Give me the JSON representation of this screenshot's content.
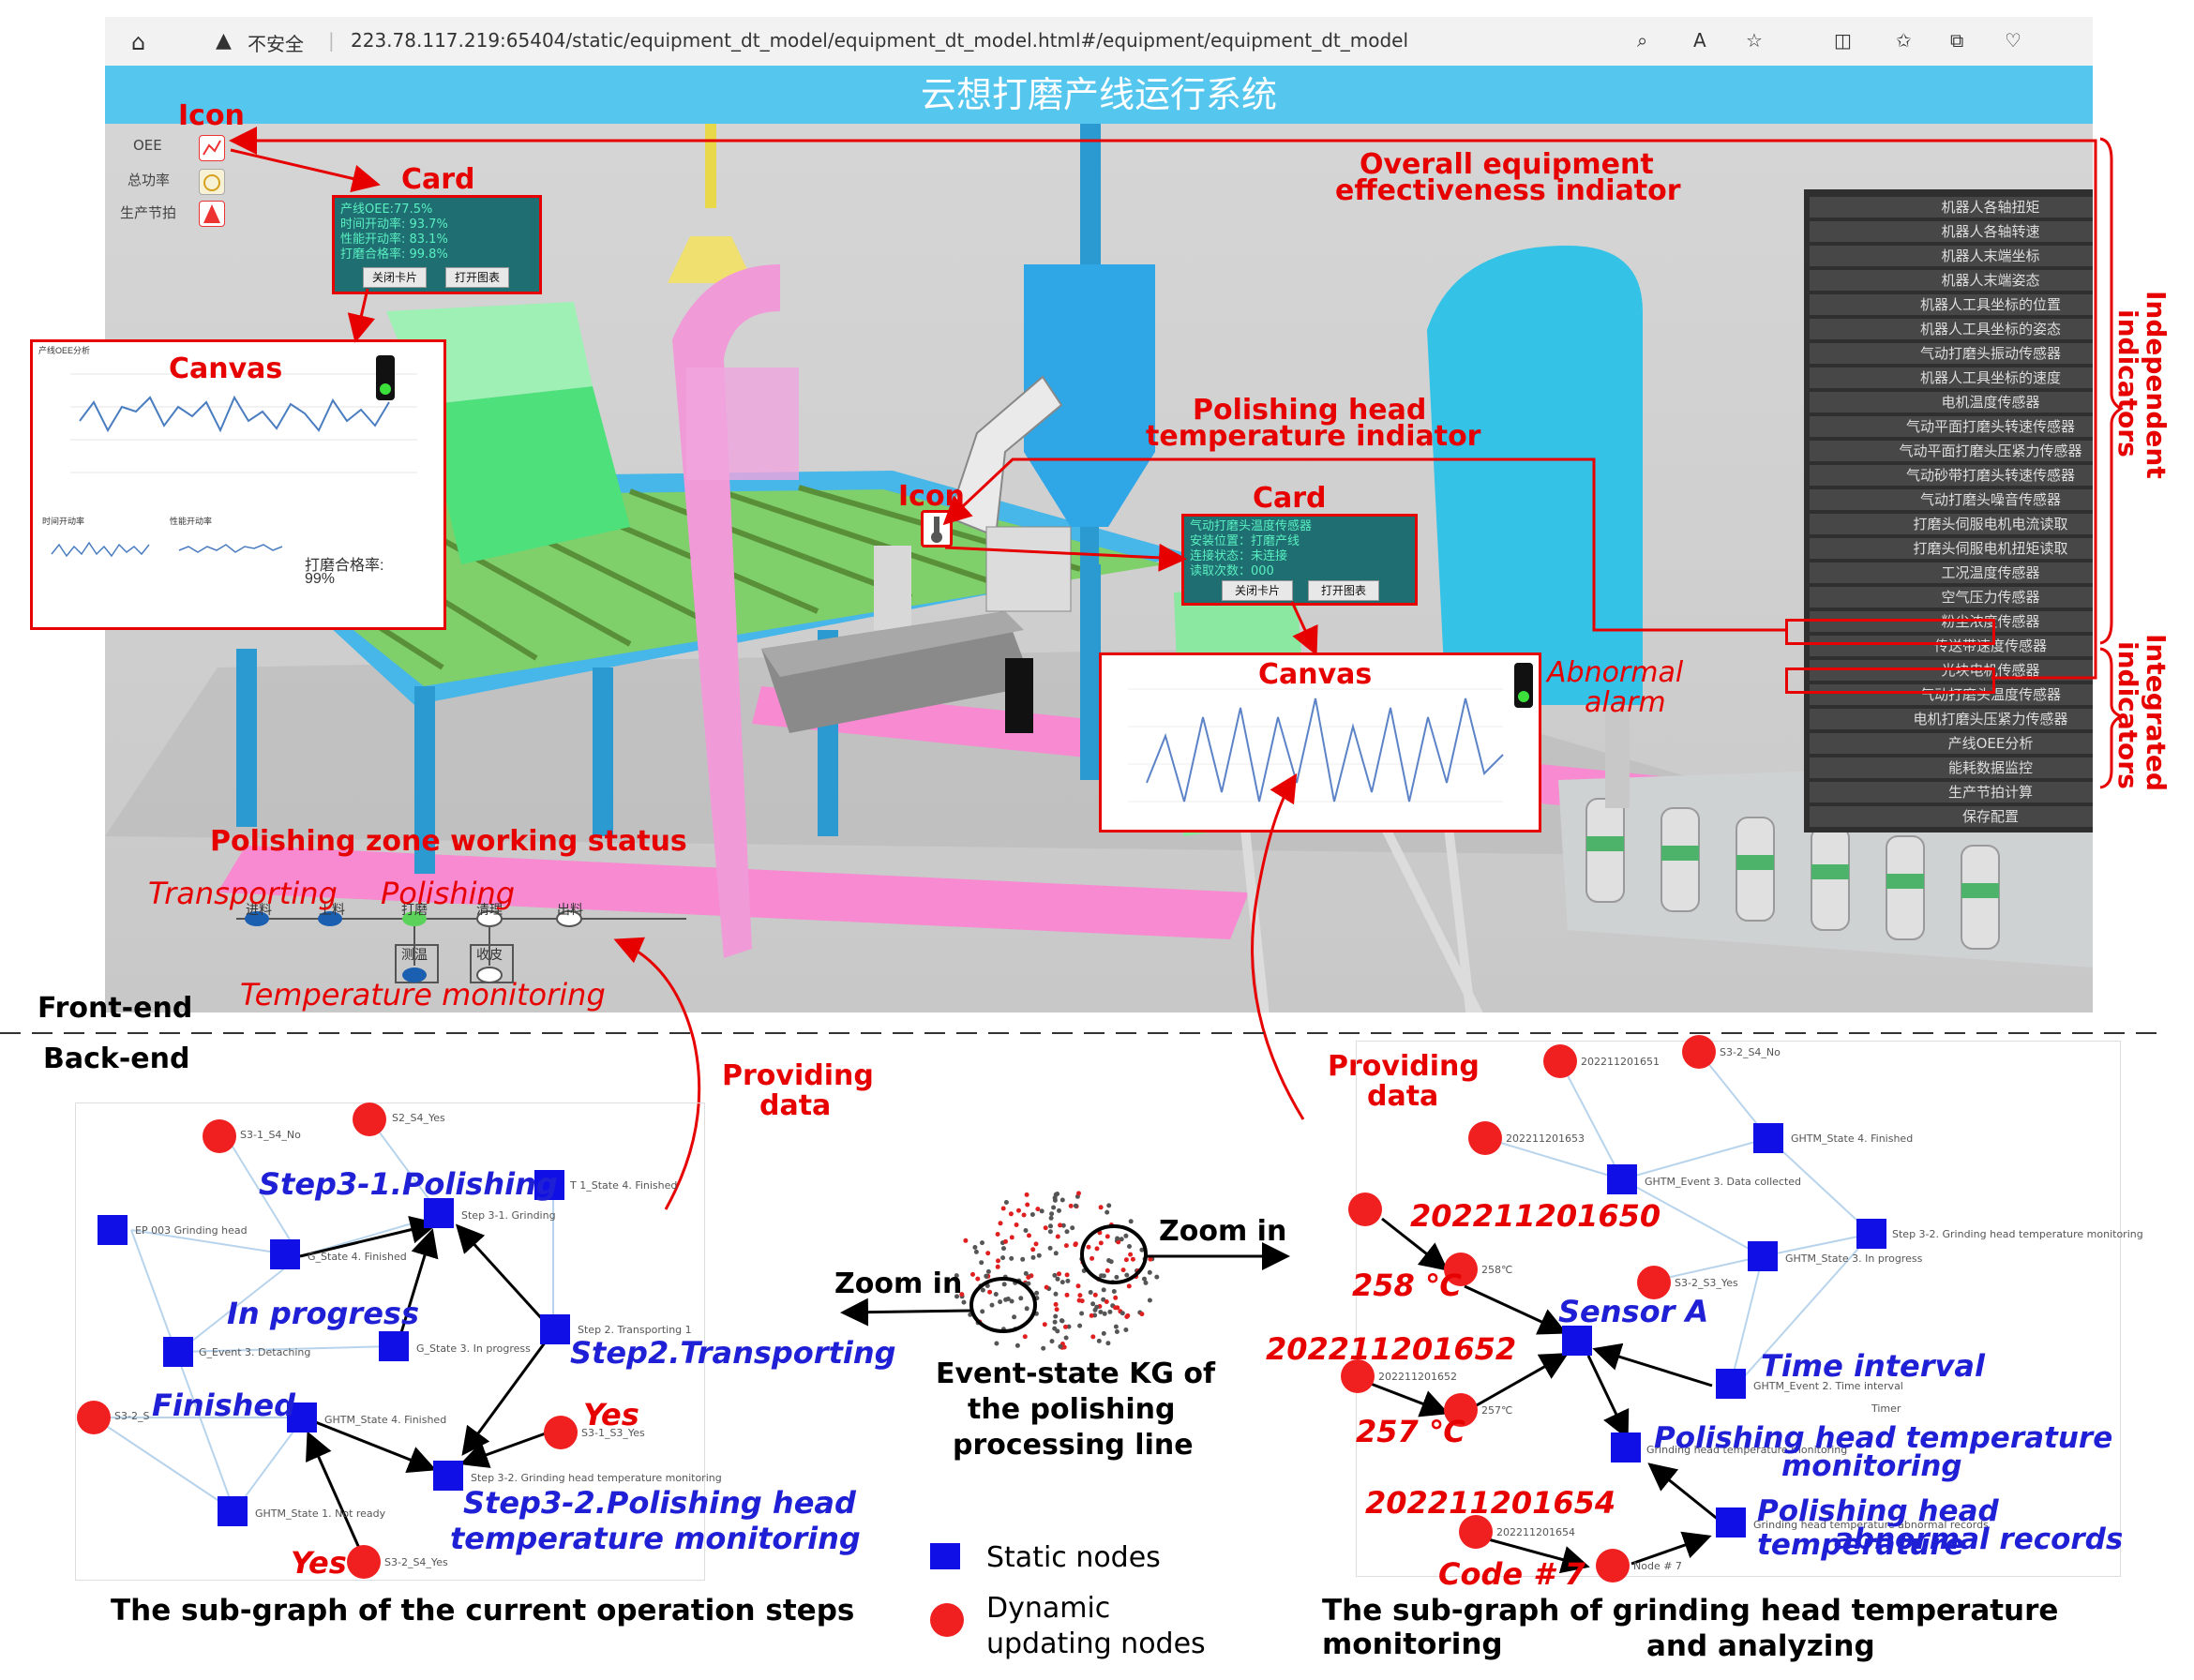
{
  "browser": {
    "security_label": "不安全",
    "url": "223.78.117.219:65404/static/equipment_dt_model/equipment_dt_model.html#/equipment/equipment_dt_model"
  },
  "app": {
    "title": "云想打磨产线运行系统"
  },
  "left_icons": {
    "oee": "OEE",
    "total_power": "总功率",
    "production_beat": "生产节拍"
  },
  "oee_card": {
    "lines": [
      "产线OEE:77.5%",
      "时间开动率: 93.7%",
      "性能开动率: 83.1%",
      "打磨合格率: 99.8%"
    ],
    "close_button": "关闭卡片",
    "open_chart_button": "打开图表"
  },
  "oee_canvas": {
    "title": "产线OEE分析",
    "sub1": "时间开动率",
    "sub2": "性能开动率",
    "pass_rate_label": "打磨合格率:",
    "pass_rate_value": "99%"
  },
  "temp_card": {
    "lines": [
      "气动打磨头温度传感器",
      "安装位置：打磨产线",
      "连接状态：未连接",
      "读取次数：000"
    ],
    "close_button": "关闭卡片",
    "open_chart_button": "打开图表"
  },
  "right_menu": {
    "items": [
      "机器人各轴扭矩",
      "机器人各轴转速",
      "机器人末端坐标",
      "机器人末端姿态",
      "机器人工具坐标的位置",
      "机器人工具坐标的姿态",
      "气动打磨头振动传感器",
      "机器人工具坐标的速度",
      "电机温度传感器",
      "气动平面打磨头转速传感器",
      "气动平面打磨头压紧力传感器",
      "气动砂带打磨头转速传感器",
      "气动打磨头噪音传感器",
      "打磨头伺服电机电流读取",
      "打磨头伺服电机扭矩读取",
      "工况温度传感器",
      "空气压力传感器",
      "粉尘浓度传感器",
      "传送带速度传感器",
      "光块电机传感器",
      "气动打磨头温度传感器",
      "电机打磨头压紧力传感器",
      "产线OEE分析",
      "能耗数据监控",
      "生产节拍计算",
      "保存配置"
    ]
  },
  "status_flow": {
    "steps": [
      "进料",
      "上料",
      "打磨",
      "清理",
      "出料"
    ],
    "sub_steps": [
      "测温",
      "收皮"
    ]
  },
  "annotations": {
    "icon1": "Icon",
    "card1": "Card",
    "canvas1": "Canvas",
    "icon2": "Icon",
    "card2": "Card",
    "canvas2": "Canvas",
    "oee_indicator_l1": "Overall equipment",
    "oee_indicator_l2": "effectiveness indiator",
    "polishing_head_l1": "Polishing head",
    "polishing_head_l2": "temperature indiator",
    "abnormal_l1": "Abnormal",
    "abnormal_l2": "alarm",
    "independent_l1": "Independent",
    "independent_l2": "indicators",
    "integrated_l1": "Integrated",
    "integrated_l2": "indicators",
    "zone_status": "Polishing zone working status",
    "transporting": "Transporting",
    "polishing": "Polishing",
    "temp_monitoring": "Temperature monitoring",
    "front_end": "Front-end",
    "back_end": "Back-end",
    "providing_data_l1": "Providing",
    "providing_data_l2": "data",
    "zoom_in": "Zoom in",
    "kg_l1": "Event-state KG of",
    "kg_l2": "the polishing",
    "kg_l3": "processing line",
    "legend_static": "Static nodes",
    "legend_dynamic_l1": "Dynamic",
    "legend_dynamic_l2": "updating nodes",
    "caption_left": "The sub-graph of the current operation steps",
    "caption_right_l1": "The sub-graph of grinding head temperature monitoring",
    "caption_right_l2": "and analyzing"
  },
  "left_graph": {
    "labels": {
      "step31": "Step3-1.Polishing",
      "in_progress": "In progress",
      "step2": "Step2.Transporting",
      "finished": "Finished",
      "yes1": "Yes",
      "yes2": "Yes",
      "step32_l1": "Step3-2.Polishing head",
      "step32_l2": "temperature monitoring"
    },
    "small": {
      "n1": "S3-1_S4_No",
      "n2": "S2_S4_Yes",
      "n3": "T 1_State 4. Finished",
      "n4": "Step 3-1. Grinding",
      "n5": "EP 003 Grinding head",
      "n6": "G_State 4. Finished",
      "n7": "G_Event 3. Detaching",
      "n8": "G_State 3. In progress",
      "n9": "Step 2. Transporting 1",
      "n10": "S3-2_S",
      "n11": "GHTM_State 4. Finished",
      "n12": "S3-1_S3_Yes",
      "n13": "Step 3-2. Grinding head temperature monitoring",
      "n14": "GHTM_State 1. Not ready",
      "n15": "S3-2_S4_Yes"
    }
  },
  "right_graph": {
    "labels": {
      "ts1": "202211201650",
      "t1": "258 ℃",
      "sensor": "Sensor A",
      "ts2": "202211201652",
      "t2": "257 ℃",
      "time_interval": "Time interval",
      "phtm_l1": "Polishing head temperature",
      "phtm_l2": "monitoring",
      "ts3": "202211201654",
      "abn_l1": "Polishing head temperature",
      "abn_l2": "abnormal records",
      "code": "Code # 7"
    },
    "small": {
      "n1": "202211201651",
      "n2": "S3-2_S4_No",
      "n3": "202211201653",
      "n4": "GHTM_State 4. Finished",
      "n5": "GHTM_Event 3. Data collected",
      "n6": "Step 3-2. Grinding head temperature monitoring",
      "n7": "258℃",
      "n8": "S3-2_S3_Yes",
      "n9": "GHTM_State 3. In progress",
      "n10": "202211201652",
      "n11": "257℃",
      "n12": "GHTM_Event 2. Time interval",
      "n13": "Timer",
      "n14": "202211201654",
      "n15": "Node # 7",
      "n16": "Grinding head temperature monitoring",
      "n17": "Grinding head temperature abnormal records"
    }
  },
  "colors": {
    "title_bar": "#55c6ee",
    "annotation_red": "#e60000",
    "label_blue": "#1f1fd6",
    "static_node": "#1010e6",
    "dynamic_node": "#f02020"
  }
}
